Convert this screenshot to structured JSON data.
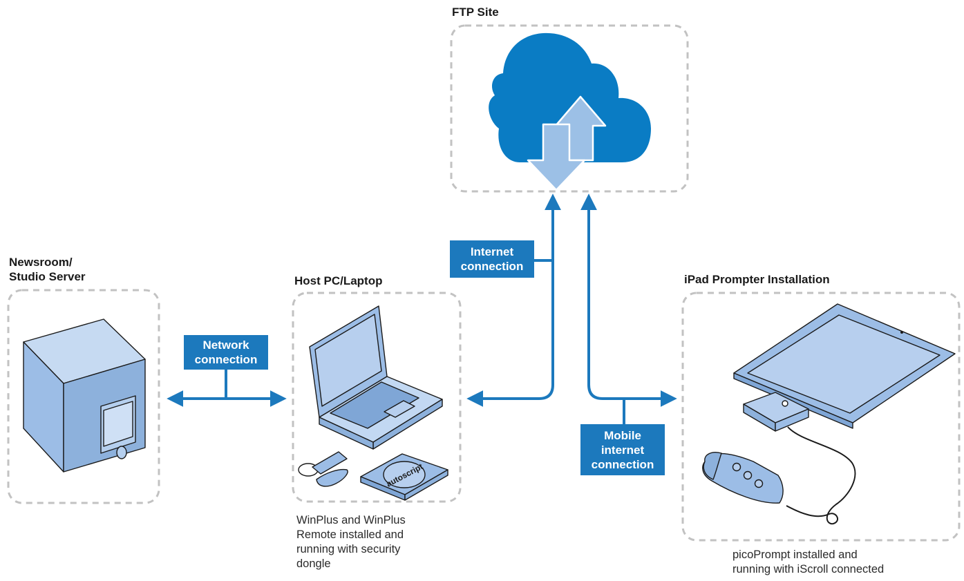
{
  "nodes": {
    "ftp": {
      "title": "FTP Site"
    },
    "server": {
      "title_lines": [
        "Newsroom/",
        "Studio Server"
      ]
    },
    "host": {
      "title": "Host  PC/Laptop",
      "caption_lines": [
        "WinPlus and WinPlus",
        "Remote installed and",
        "running with security",
        "dongle"
      ],
      "disc_brand": "autoscript"
    },
    "ipad": {
      "title": "iPad Prompter Installation",
      "caption_lines": [
        "picoPrompt installed and",
        "running with iScroll connected"
      ]
    }
  },
  "connections": {
    "network": [
      "Network",
      "connection"
    ],
    "internet": [
      "Internet",
      "connection"
    ],
    "mobile": [
      "Mobile",
      "internet",
      "connection"
    ]
  },
  "colors": {
    "connector": "#1c79bd",
    "label_box": "#1c79bd",
    "cloud": "#0a7cc4",
    "cloud_arrows": "#9cc0e6",
    "device_fill": "#9cbde6",
    "dashed_border": "#c2c2c2"
  }
}
